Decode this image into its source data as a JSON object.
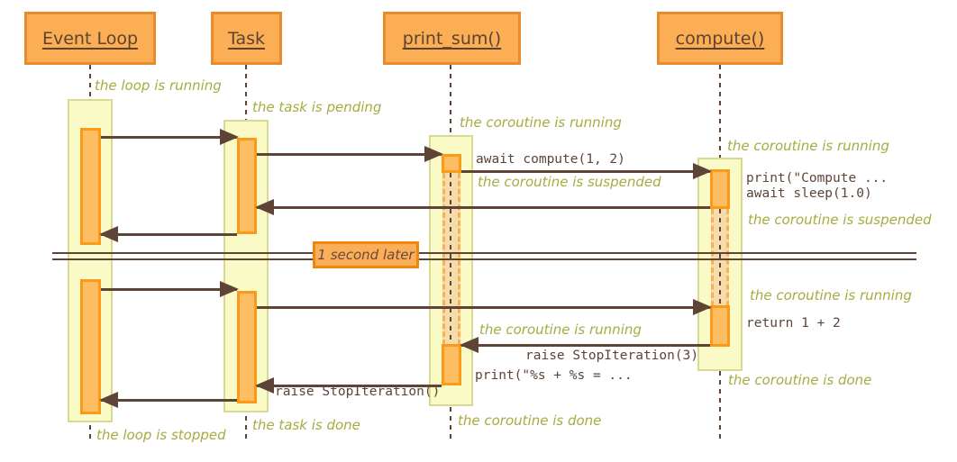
{
  "colors": {
    "participant_fill": "#fcae54",
    "participant_border": "#e98b2d",
    "participant_text": "#5a4332",
    "activation_fill": "#fdbd62",
    "activation_border": "#fa9a18",
    "suspended_fill": "#f7dcab",
    "suspended_border": "#fcae54",
    "band_fill": "#fafac6",
    "band_border": "#d9d994",
    "arrow": "#5e4437",
    "annotation": "#a6ac3f",
    "code_text": "#5e4437",
    "divider_fill": "#fbae58",
    "divider_border": "#f1860e",
    "divider_text": "#6b4a3a"
  },
  "participants": [
    {
      "label": "Event Loop"
    },
    {
      "label": "Task"
    },
    {
      "label": "print_sum()"
    },
    {
      "label": "compute()"
    }
  ],
  "divider": {
    "label": "1 second later"
  },
  "annotations": [
    {
      "text": "the loop is running"
    },
    {
      "text": "the task is pending"
    },
    {
      "text": "the coroutine is running"
    },
    {
      "text": "the coroutine is running"
    },
    {
      "text": "the coroutine is suspended"
    },
    {
      "text": "the coroutine is suspended"
    },
    {
      "text": "the coroutine is running"
    },
    {
      "text": "the coroutine is running"
    },
    {
      "text": "the coroutine is done"
    },
    {
      "text": "the coroutine is done"
    },
    {
      "text": "the task is done"
    },
    {
      "text": "the loop is stopped"
    }
  ],
  "code_labels": [
    {
      "text": "await compute(1, 2)"
    },
    {
      "text": "print(\"Compute ..."
    },
    {
      "text": "await sleep(1.0)"
    },
    {
      "text": "return 1 + 2"
    },
    {
      "text": "raise StopIteration(3)"
    },
    {
      "text": "print(\"%s + %s = ..."
    },
    {
      "text": "raise StopIteration()"
    }
  ]
}
